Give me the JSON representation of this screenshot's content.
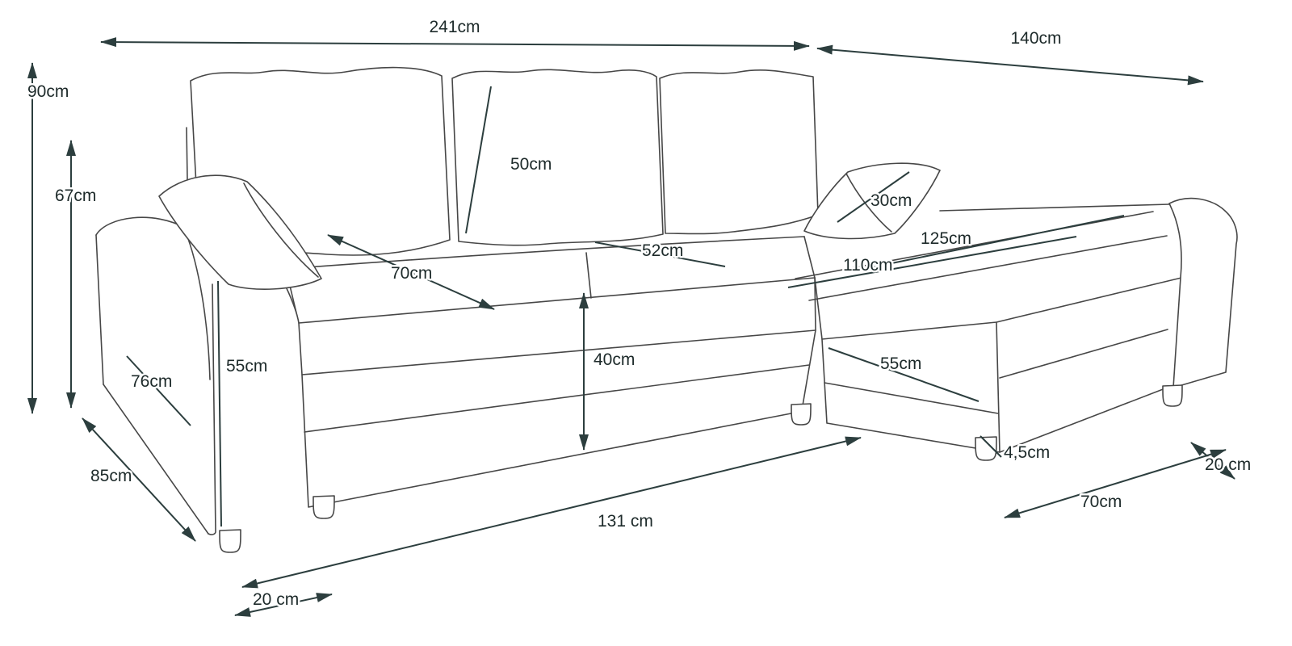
{
  "diagram": {
    "type": "corner-sofa-dimension-drawing",
    "units": "cm",
    "colors": {
      "background": "#ffffff",
      "sofa_outline": "#474747",
      "dimension_lines": "#2c3e3e",
      "label_text": "#1d2a2a"
    }
  },
  "labels": {
    "total_width": "241cm",
    "chaise_length": "140cm",
    "total_height": "90cm",
    "backrest_height": "67cm",
    "back_cushion_height": "50cm",
    "throw_pillow_size": "30cm",
    "sleeping_area_upper": "125cm",
    "sleeping_area_lower": "110cm",
    "seat_upper_width": "52cm",
    "seat_depth": "70cm",
    "seat_height": "40cm",
    "armrest_outer_length": "76cm",
    "armrest_height": "55cm",
    "side_depth": "85cm",
    "chaise_front_height": "55cm",
    "leg_height": "4,5cm",
    "right_clearance": "20 cm",
    "chaise_front_width": "70cm",
    "seat_front_width": "131 cm",
    "armrest_front_width": "20 cm"
  }
}
